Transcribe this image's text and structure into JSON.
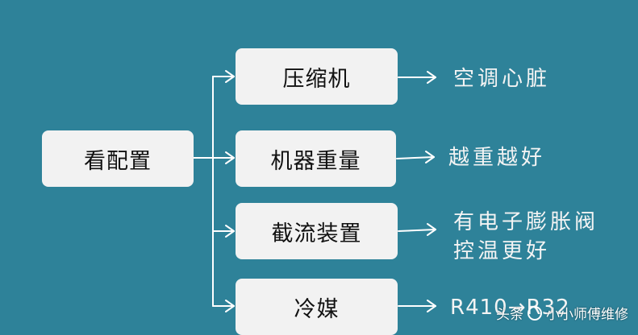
{
  "diagram": {
    "root": "看配置",
    "branches": [
      {
        "label": "压缩机",
        "note": [
          "空调心脏"
        ]
      },
      {
        "label": "机器重量",
        "note": [
          "越重越好"
        ]
      },
      {
        "label": "截流装置",
        "note": [
          "有电子膨胀阀",
          "控温更好"
        ]
      },
      {
        "label": "冷媒",
        "note": [
          "R410→R32"
        ]
      }
    ]
  },
  "watermark": {
    "prefix": "头条",
    "name": "小小师傅维修"
  },
  "colors": {
    "background": "#2e8299",
    "box": "#f2f2f2",
    "line": "#ffffff"
  }
}
